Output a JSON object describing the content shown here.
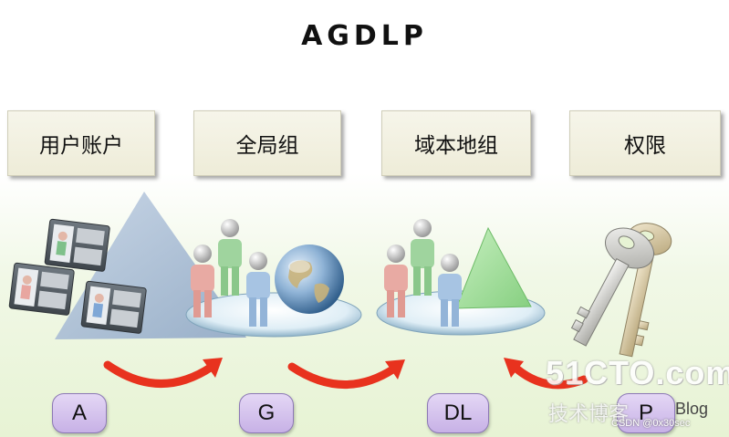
{
  "title": "AGDLP",
  "headers": [
    "用户账户",
    "全局组",
    "域本地组",
    "权限"
  ],
  "pills": [
    "A",
    "G",
    "DL",
    "P"
  ],
  "watermark": {
    "site": "51CTO.com",
    "subtitle": "技术博客",
    "blog": "Blog",
    "credit": "CSDN @0x30sec"
  },
  "icons": [
    "user-account-card-icon",
    "user-group-icon",
    "globe-icon",
    "triangle-icon",
    "key-icon",
    "arrow-icon"
  ],
  "colors": {
    "header_bg": "#efeddc",
    "pill_bg": "#d6c5ee",
    "arrow": "#e8321e",
    "triangle_blue": "#a9bdd6",
    "triangle_green": "#a6e0a0"
  }
}
